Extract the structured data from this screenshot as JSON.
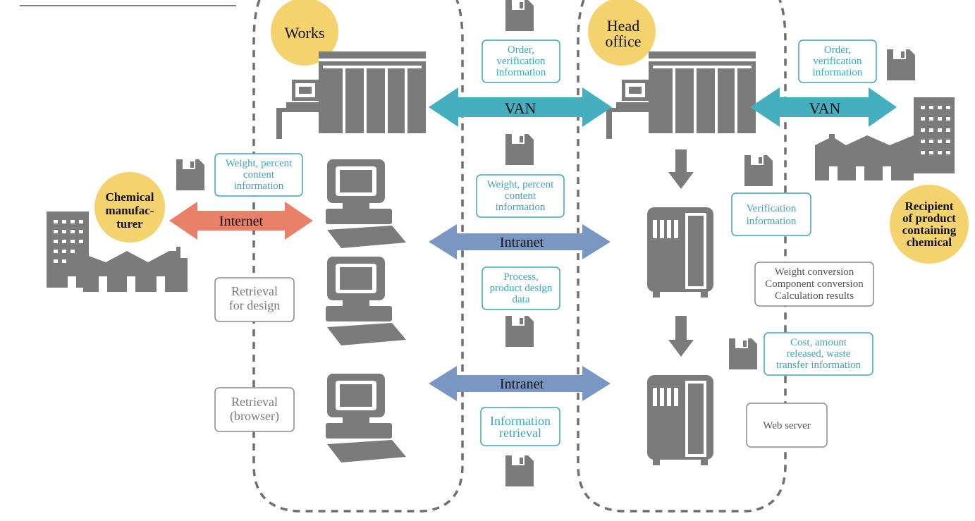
{
  "colors": {
    "device": "#7b7b7b",
    "teal_arrow": "#45aebf",
    "blue_arrow": "#7a97c4",
    "orange_arrow": "#e8806a",
    "yellow_circle": "#f4d26e",
    "teal_box": "#3aa7b8",
    "gray_box": "#8a8a8a",
    "dash": "#6f6f6f"
  },
  "zones": {
    "works": "Works",
    "head_office": [
      "Head",
      "office"
    ],
    "chemical_manufacturer": [
      "Chemical",
      "manufac-",
      "turer"
    ],
    "recipient": [
      "Recipient",
      "of product",
      "containing",
      "chemical"
    ]
  },
  "arrows": {
    "van_left": "VAN",
    "van_right": "VAN",
    "internet": "Internet",
    "intranet_upper": "Intranet",
    "intranet_lower": "Intranet"
  },
  "boxes": {
    "order_center": [
      "Order,",
      "verification",
      "information"
    ],
    "order_right": [
      "Order,",
      "verification",
      "information"
    ],
    "weight_left": [
      "Weight, percent",
      "content",
      "information"
    ],
    "weight_center": [
      "Weight, percent",
      "content",
      "information"
    ],
    "process_design": [
      "Process,",
      "product design",
      "data"
    ],
    "information_retrieval": [
      "Information",
      "retrieval"
    ],
    "verification": [
      "Verification",
      "information"
    ],
    "weight_conversion": [
      "Weight conversion",
      "Component conversion",
      "Calculation results"
    ],
    "cost_amount": [
      "Cost, amount",
      "released, waste",
      "transfer information"
    ],
    "web_server": "Web server",
    "retrieval_design": [
      "Retrieval",
      "for design"
    ],
    "retrieval_browser": [
      "Retrieval",
      "(browser)"
    ]
  }
}
